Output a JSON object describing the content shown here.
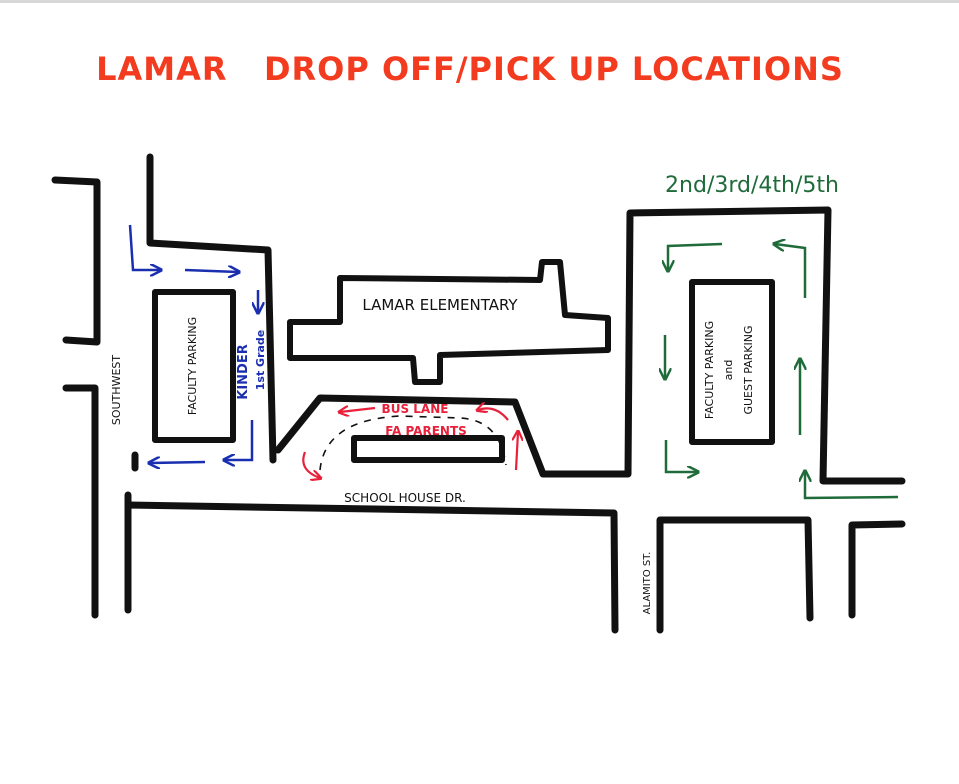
{
  "map": {
    "title": "LAMAR   DROP OFF/PICK UP LOCATIONS",
    "colors": {
      "title": "#f23b1f",
      "road": "#111111",
      "kinder_route": "#1a2fb0",
      "bus_lane": "#e8203a",
      "upper_grades_route": "#1f6b3a"
    },
    "labels": {
      "school": "LAMAR ELEMENTARY",
      "faculty_parking_left": "FACULTY PARKING",
      "kinder": "KINDER",
      "first_grade": "1st Grade",
      "bus_lane": "BUS LANE",
      "parents": "FA PARENTS",
      "upper_grades": "2nd/3rd/4th/5th",
      "faculty_parking_right": "FACULTY PARKING",
      "and": "and",
      "guest_parking": "GUEST PARKING",
      "southwest": "SOUTHWEST",
      "school_house": "SCHOOL HOUSE DR.",
      "alamito": "ALAMITO ST."
    }
  }
}
